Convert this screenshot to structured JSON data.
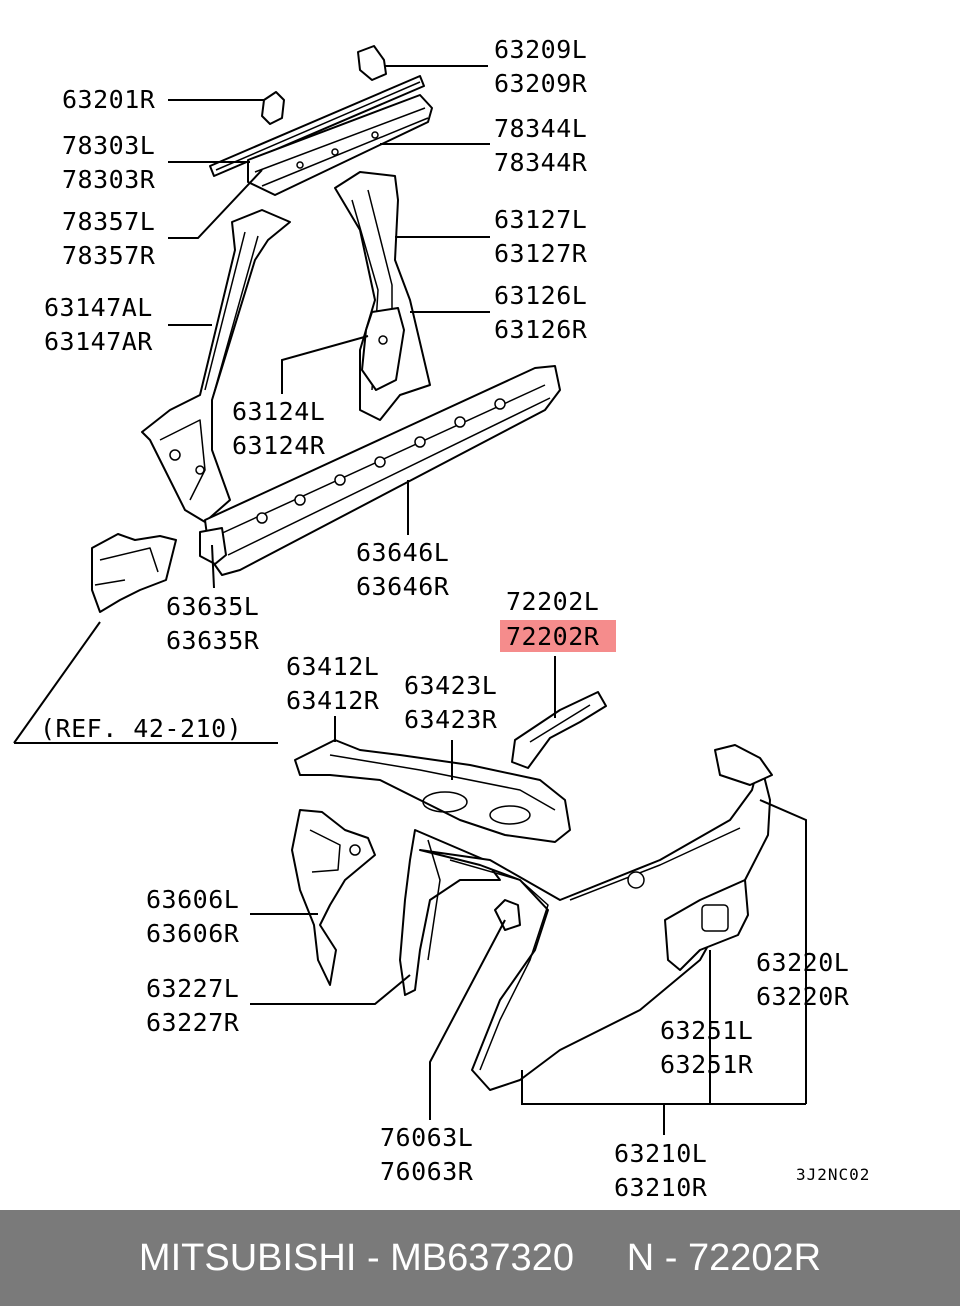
{
  "labels": {
    "l63209L": "63209L",
    "l63209R": "63209R",
    "l63201R": "63201R",
    "l78344L": "78344L",
    "l78344R": "78344R",
    "l78303L": "78303L",
    "l78303R": "78303R",
    "l78357L": "78357L",
    "l78357R": "78357R",
    "l63127L": "63127L",
    "l63127R": "63127R",
    "l63126L": "63126L",
    "l63126R": "63126R",
    "l63147AL": "63147AL",
    "l63147AR": "63147AR",
    "l63124L": "63124L",
    "l63124R": "63124R",
    "l63646L": "63646L",
    "l63646R": "63646R",
    "l63635L": "63635L",
    "l63635R": "63635R",
    "l72202L": "72202L",
    "l72202R": "72202R",
    "l63412L": "63412L",
    "l63412R": "63412R",
    "l63423L": "63423L",
    "l63423R": "63423R",
    "ref": "(REF. 42-210)",
    "l63606L": "63606L",
    "l63606R": "63606R",
    "l63227L": "63227L",
    "l63227R": "63227R",
    "l63220L": "63220L",
    "l63220R": "63220R",
    "l63251L": "63251L",
    "l63251R": "63251R",
    "l76063L": "76063L",
    "l76063R": "76063R",
    "l63210L": "63210L",
    "l63210R": "63210R",
    "diagram_code": "3J2NC02"
  },
  "highlight_color": "#f58c8c",
  "footer": {
    "text": "MITSUBISHI - MB637320     N - 72202R"
  }
}
